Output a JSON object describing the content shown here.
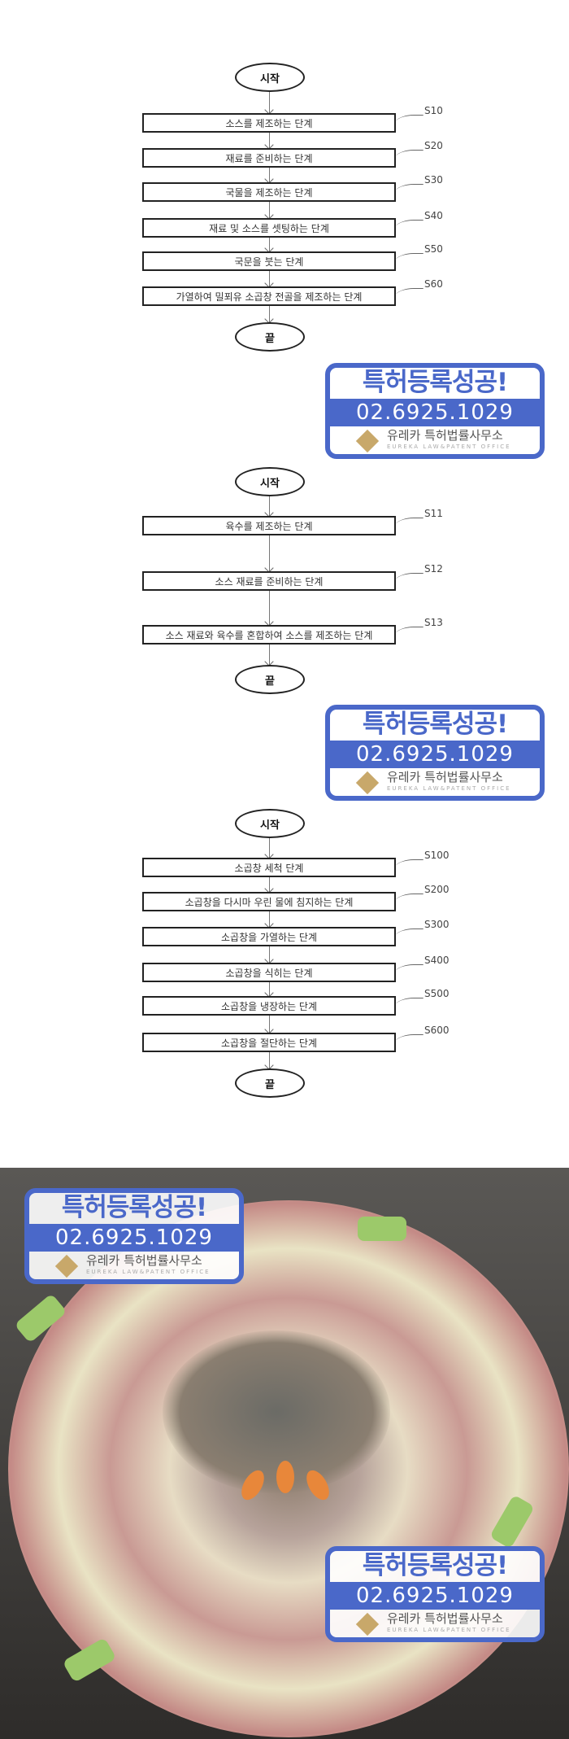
{
  "flowcharts": [
    {
      "start": "시작",
      "end": "끝",
      "steps": [
        {
          "label": "소스를 제조하는 단계",
          "code": "S10"
        },
        {
          "label": "재료를 준비하는 단계",
          "code": "S20"
        },
        {
          "label": "국물을 제조하는 단계",
          "code": "S30"
        },
        {
          "label": "재료 및 소스를 셋팅하는 단계",
          "code": "S40"
        },
        {
          "label": "국문을 붓는 단계",
          "code": "S50"
        },
        {
          "label": "가열하여 밀푀유 소곱창 전골을 제조하는 단계",
          "code": "S60"
        }
      ]
    },
    {
      "start": "시작",
      "end": "끝",
      "steps": [
        {
          "label": "육수를 제조하는 단계",
          "code": "S11"
        },
        {
          "label": "소스 재료를 준비하는 단계",
          "code": "S12"
        },
        {
          "label": "소스 재료와 육수를 혼합하여 소스를 제조하는 단계",
          "code": "S13"
        }
      ]
    },
    {
      "start": "시작",
      "end": "끝",
      "steps": [
        {
          "label": "소곱창 세척 단계",
          "code": "S100"
        },
        {
          "label": "소곱창을 다시마 우린 물에 침지하는 단계",
          "code": "S200"
        },
        {
          "label": "소곱창을 가열하는 단계",
          "code": "S300"
        },
        {
          "label": "소곱창을 식히는 단계",
          "code": "S400"
        },
        {
          "label": "소곱창을 냉장하는 단계",
          "code": "S500"
        },
        {
          "label": "소곱창을 절단하는 단계",
          "code": "S600"
        }
      ]
    }
  ],
  "stamp": {
    "headline": "특허등록성공!",
    "phone": "02.6925.1029",
    "firm": "유레카 특허법률사무소",
    "firm_en": "EUREKA LAW&PATENT OFFICE",
    "color": "#4a68c9"
  }
}
